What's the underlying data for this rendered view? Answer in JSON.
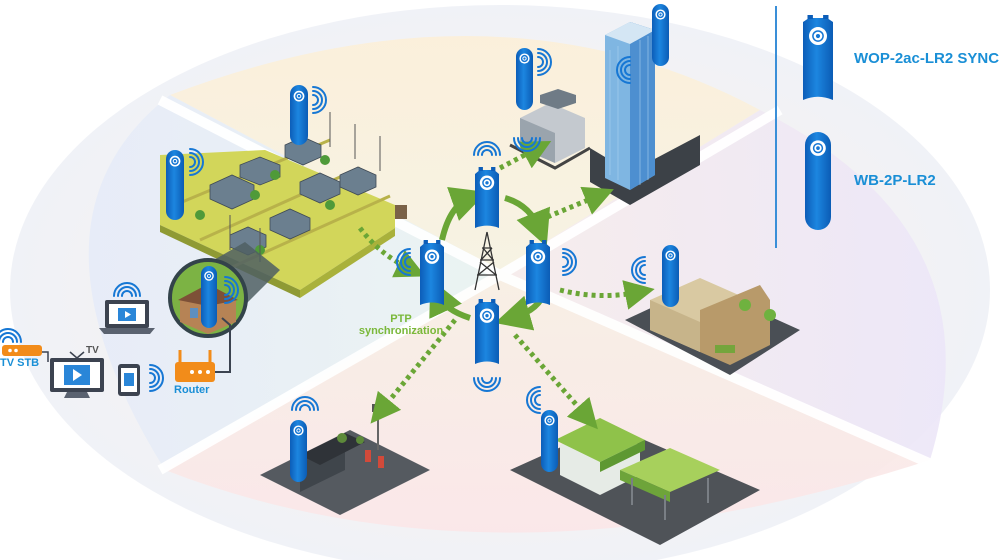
{
  "legend": {
    "item1_label": "WOP-2ac-LR2 SYNC",
    "item2_label": "WB-2P-LR2"
  },
  "center": {
    "ptp_line1": "PTP",
    "ptp_line2": "synchronization"
  },
  "client": {
    "router_label": "Router",
    "tv_stb_label": "TV STB",
    "tv_label": "TV"
  },
  "colors": {
    "device_blue": "#1677d4",
    "label_blue": "#1a8fd6",
    "arrow_green": "#6aa636",
    "router_orange": "#f28c1a",
    "divider_blue": "#3a8fd8"
  }
}
